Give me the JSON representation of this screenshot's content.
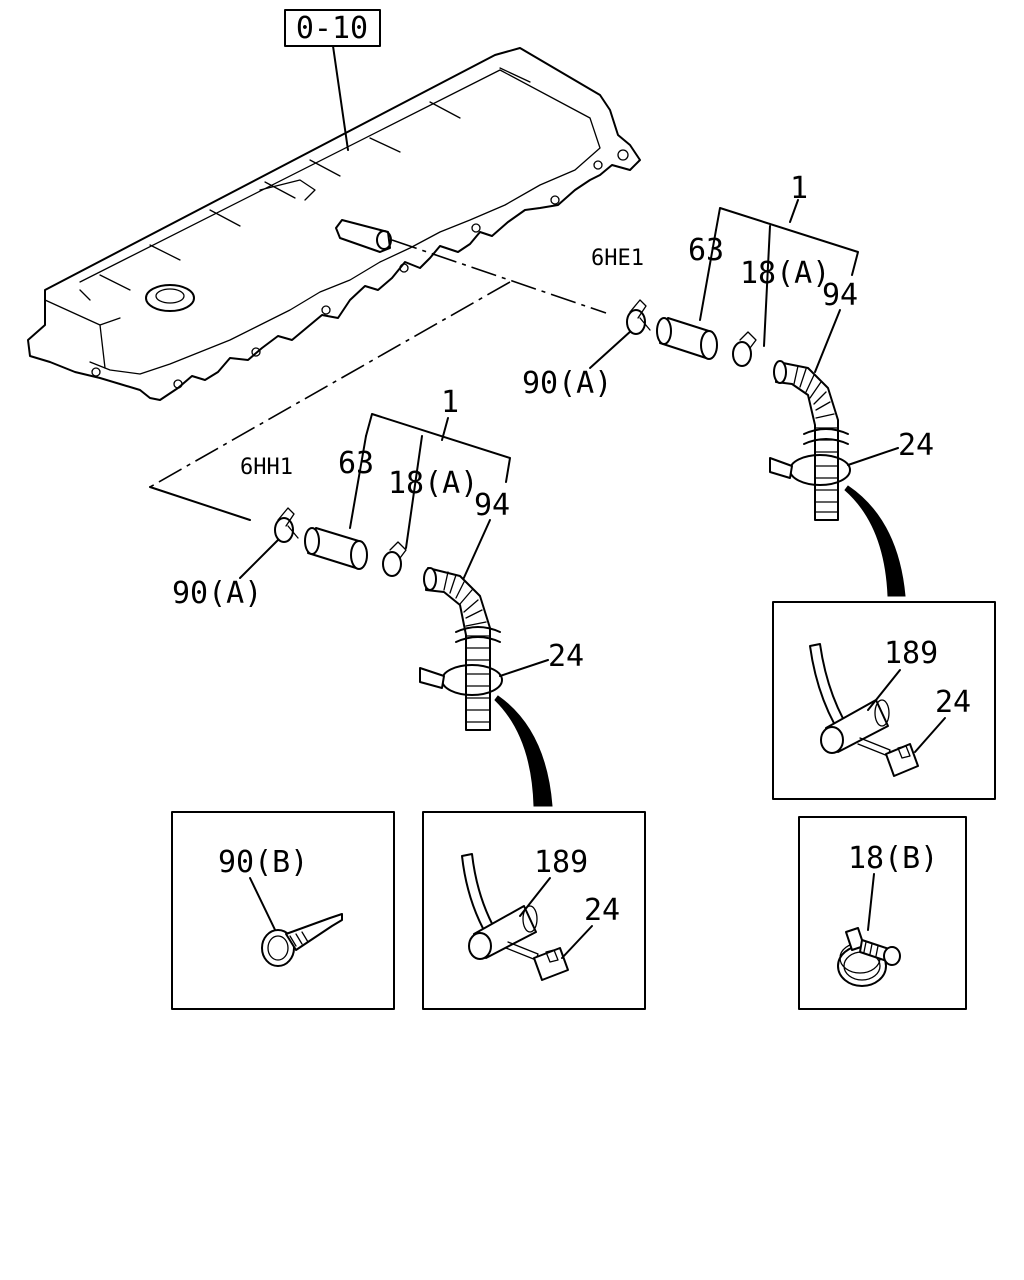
{
  "ref_box": "0-10",
  "labels": {
    "upper_assembly": "1",
    "lower_assembly": "1",
    "code_upper": "6HE1",
    "code_lower": "6HH1",
    "hose_upper": "63",
    "hose_lower": "63",
    "clamp18a_upper": "18(A)",
    "clamp18a_lower": "18(A)",
    "pipe_upper": "94",
    "pipe_lower": "94",
    "clamp90a_upper": "90(A)",
    "clamp90a_lower": "90(A)",
    "band_upper": "24",
    "band_lower": "24"
  },
  "details": {
    "right_top": {
      "sleeve": "189",
      "band": "24"
    },
    "bottom_mid": {
      "sleeve": "189",
      "band": "24"
    },
    "bottom_left": {
      "clamp": "90(B)"
    },
    "bottom_right": {
      "clamp": "18(B)"
    }
  }
}
